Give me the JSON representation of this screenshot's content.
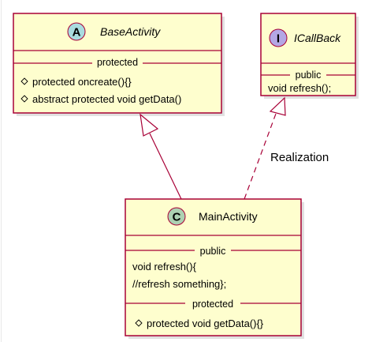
{
  "classes": {
    "base_activity": {
      "badge": "A",
      "badge_color": "#a9dcdf",
      "name": "BaseActivity",
      "section": "protected",
      "members": [
        "protected oncreate(){}",
        "abstract protected  void getData()"
      ]
    },
    "icallback": {
      "badge": "I",
      "badge_color": "#b4a7e5",
      "name": "ICallBack",
      "section": "public",
      "members": [
        "void refresh();"
      ]
    },
    "main_activity": {
      "badge": "C",
      "badge_color": "#add1b2",
      "name": "MainActivity",
      "section_public": "public",
      "public_members": [
        "void refresh(){",
        "//refresh something};"
      ],
      "section_protected": "protected",
      "protected_members": [
        "protected  void  getData(){}"
      ]
    }
  },
  "relations": {
    "realization_label": "Realization"
  },
  "colors": {
    "box_fill": "#fefece",
    "border": "#a80036"
  }
}
